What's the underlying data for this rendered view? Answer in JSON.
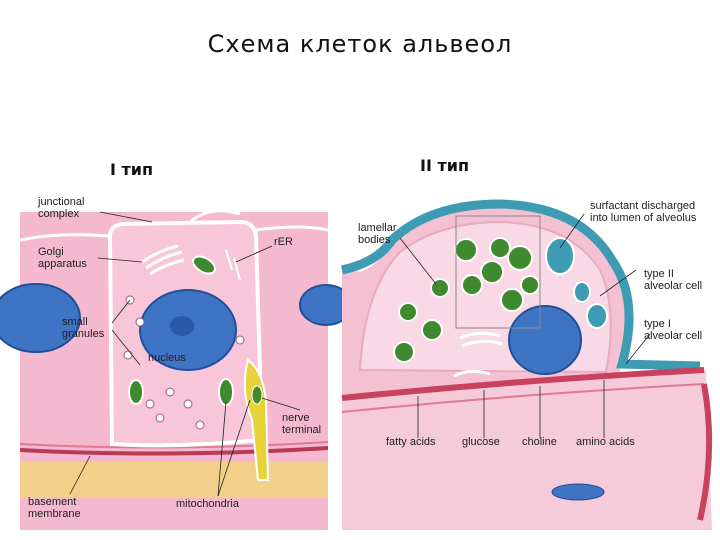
{
  "title": "Схема клеток альвеол",
  "panel_left": {
    "subtitle": "I тип",
    "labels": {
      "junctional_complex": [
        "junctional",
        "complex"
      ],
      "golgi_apparatus": [
        "Golgi",
        "apparatus"
      ],
      "rer": "rER",
      "small_granules": [
        "small",
        "granules"
      ],
      "nucleus": "nucleus",
      "nerve_terminal": [
        "nerve",
        "terminal"
      ],
      "basement_membrane": [
        "basement",
        "membrane"
      ],
      "mitochondria": "mitochondria"
    }
  },
  "panel_right": {
    "subtitle": "II тип",
    "labels": {
      "lamellar_bodies": [
        "lamellar",
        "bodies"
      ],
      "surfactant_discharged": [
        "surfactant discharged",
        "into lumen of alveolus"
      ],
      "type_ii_alveolar_cell": [
        "type II",
        "alveolar cell"
      ],
      "type_i_alveolar_cell": [
        "type I",
        "alveolar cell"
      ],
      "fatty_acids": "fatty acids",
      "glucose": "glucose",
      "choline": "choline",
      "amino_acids": "amino acids"
    }
  },
  "colors": {
    "cytoplasm_pink": "#f4b8cf",
    "membrane_light": "#f7d6e3",
    "nucleus_blue": "#3f73c4",
    "mitochondria_green": "#3f8a2f",
    "basement_yellow": "#f2d08a",
    "epithelium_teal": "#3d9bb4",
    "capillary_red": "#c8415f",
    "nerve_yellow": "#e8d23a"
  }
}
